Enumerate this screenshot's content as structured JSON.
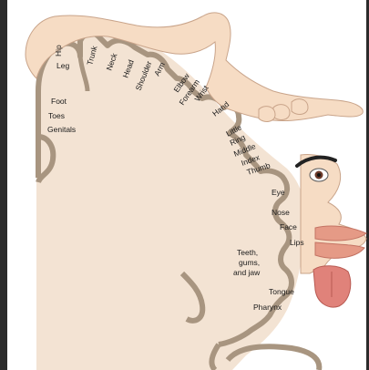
{
  "labels": {
    "hip": "Hip",
    "leg": "Leg",
    "trunk": "Trunk",
    "neck": "Neck",
    "head": "Head",
    "shoulder": "Shoulder",
    "arm": "Arm",
    "elbow": "Elbow",
    "forearm": "Forearm",
    "wrist": "Wrist",
    "hand": "Hand",
    "little": "Little",
    "ring": "Ring",
    "middle": "Middle",
    "index": "Index",
    "thumb": "Thumb",
    "foot": "Foot",
    "toes": "Toes",
    "genitals": "Genitals",
    "eye": "Eye",
    "nose": "Nose",
    "face": "Face",
    "lips": "Lips",
    "teeth_1": "Teeth,",
    "teeth_2": "gums,",
    "teeth_3": "and jaw",
    "tongue": "Tongue",
    "pharynx": "Pharynx"
  },
  "colors": {
    "cortex_fill": "#f3e3d3",
    "cortex_outline": "#a89580",
    "skin": "#f6dcc4",
    "skin_outline": "#c9a48a",
    "lips": "#e59a86",
    "tongue": "#e0827a"
  }
}
